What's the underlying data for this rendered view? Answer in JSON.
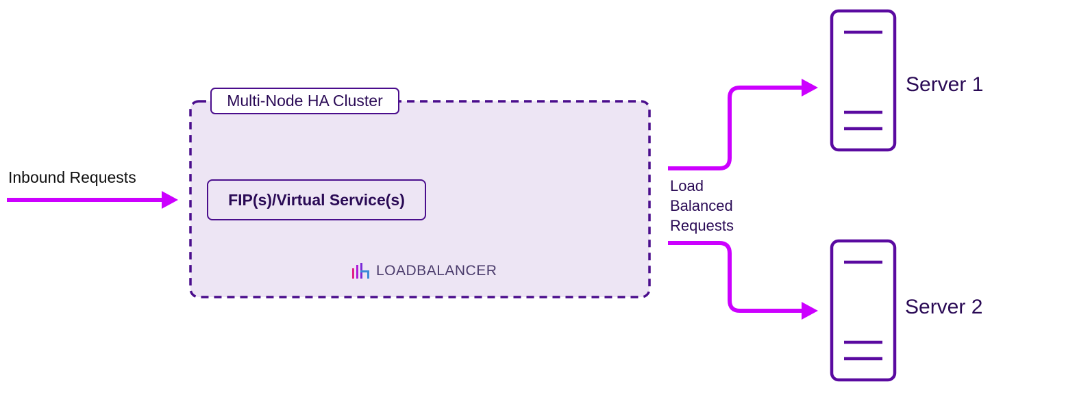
{
  "inbound": {
    "label": "Inbound Requests"
  },
  "cluster": {
    "label": "Multi-Node HA Cluster"
  },
  "service": {
    "label": "FIP(s)/Virtual Service(s)"
  },
  "logo": {
    "text": "LOADBALANCER",
    "icon": "loadbalancer-logo-icon"
  },
  "load_balanced": {
    "line1": "Load",
    "line2": "Balanced",
    "line3": "Requests"
  },
  "servers": [
    {
      "label": "Server 1",
      "icon": "server-icon"
    },
    {
      "label": "Server 2",
      "icon": "server-icon"
    }
  ],
  "colors": {
    "arrow": "#cc00ff",
    "border": "#4a0d8c",
    "cluster_fill": "#ede5f4",
    "text": "#2a0a55"
  }
}
